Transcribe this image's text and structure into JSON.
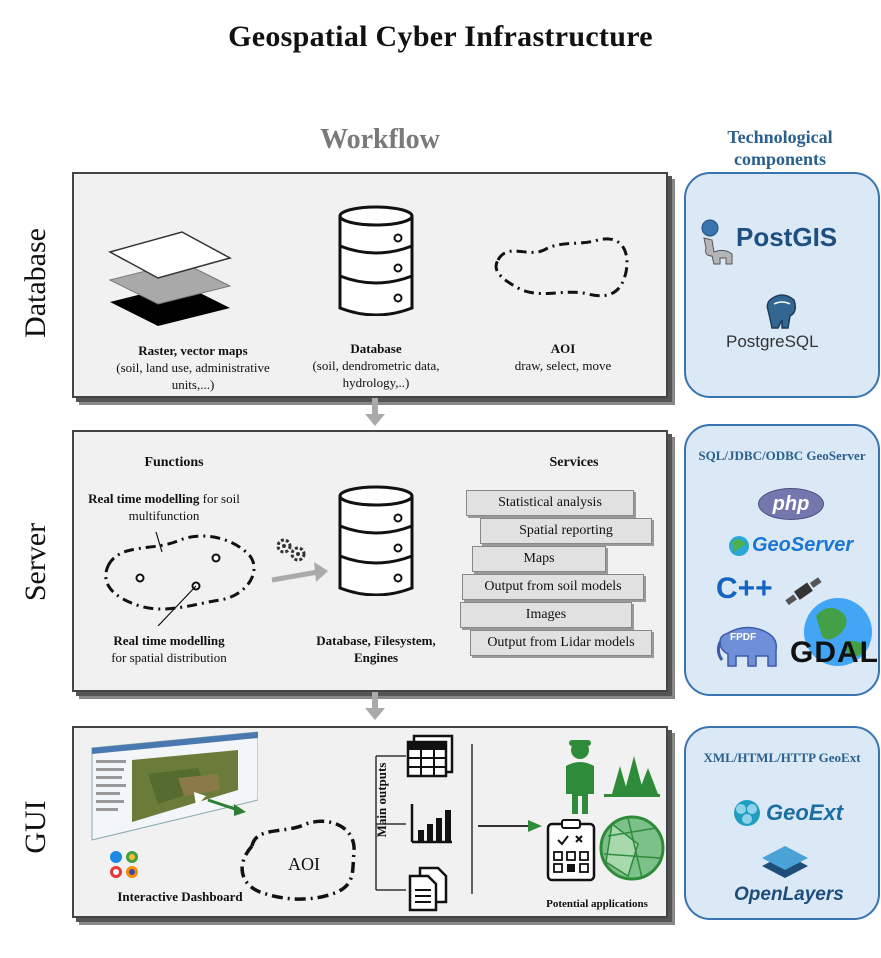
{
  "title": "Geospatial Cyber Infrastructure",
  "workflow_heading": "Workflow",
  "tech_heading": "Technological components",
  "rows": {
    "database": "Database",
    "server": "Server",
    "gui": "GUI"
  },
  "database_panel": {
    "maps_title": "Raster, vector maps",
    "maps_desc": "(soil, land use, administrative units,...)",
    "db_title": "Database",
    "db_desc": "(soil, dendrometric data, hydrology,..)",
    "aoi_title": "AOI",
    "aoi_desc": "draw, select, move"
  },
  "server_panel": {
    "functions_heading": "Functions",
    "services_heading": "Services",
    "rt1_bold": "Real time modelling",
    "rt1_rest": "for soil multifunction",
    "rt2_bold": "Real time modelling",
    "rt2_rest": "for spatial distribution",
    "db_caption": "Database, Filesystem, Engines",
    "services": [
      "Statistical analysis",
      "Spatial reporting",
      "Maps",
      "Output from soil models",
      "Images",
      "Output from Lidar models"
    ]
  },
  "gui_panel": {
    "dashboard_label": "Interactive Dashboard",
    "aoi_label": "AOI",
    "main_outputs": "Main outputs",
    "potential_apps": "Potential applications"
  },
  "tech": {
    "db": {
      "postgis": "PostGIS",
      "postgresql": "PostgreSQL"
    },
    "server": {
      "protocols": "SQL/JDBC/ODBC GeoServer",
      "php": "php",
      "geoserver": "GeoServer",
      "cpp": "C++",
      "fpdf": "FPDF",
      "gdal": "GDAL"
    },
    "gui": {
      "protocols": "XML/HTML/HTTP GeoExt",
      "geoext": "GeoExt",
      "openlayers": "OpenLayers"
    }
  },
  "colors": {
    "tech_fill": "#dbe8f6",
    "tech_border": "#3a74b0",
    "tech_text": "#2b5f8c",
    "green_icon": "#2e8b3a",
    "panel_fill": "#f1f1f1"
  }
}
